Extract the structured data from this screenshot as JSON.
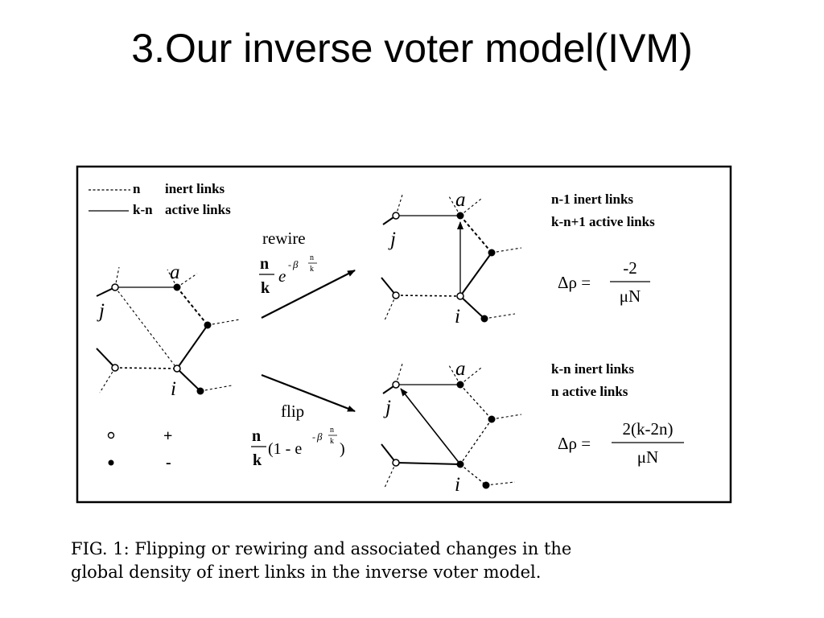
{
  "title": "3.Our inverse voter model(IVM)",
  "legend": {
    "dashed_symbol": "n",
    "dashed_label": "inert links",
    "solid_symbol": "k-n",
    "solid_label": "active links",
    "open_symbol": "+",
    "filled_symbol": "-"
  },
  "nodes": {
    "a": "a",
    "i": "i",
    "j": "j"
  },
  "rewire": {
    "label": "rewire",
    "frac_num": "n",
    "frac_den": "k",
    "exp_base": "e",
    "exp_sign": "-",
    "exp_beta": "β",
    "exp_num": "n",
    "exp_den": "k",
    "result_line1": "n-1 inert links",
    "result_line2": "k-n+1 active links",
    "delta_lhs": "Δρ =",
    "delta_num": "-2",
    "delta_den": "μN"
  },
  "flip": {
    "label": "flip",
    "frac_num": "n",
    "frac_den": "k",
    "paren_open": "(1 - e",
    "paren_close": ")",
    "exp_sign": "-",
    "exp_beta": "β",
    "exp_num": "n",
    "exp_den": "k",
    "result_line1": "k-n inert links",
    "result_line2": "n active links",
    "delta_lhs": "Δρ =",
    "delta_num": "2(k-2n)",
    "delta_den": "μN"
  },
  "caption_line1": "FIG. 1: Flipping or rewiring and associated changes in the",
  "caption_line2": "global density of inert links in the inverse voter model."
}
